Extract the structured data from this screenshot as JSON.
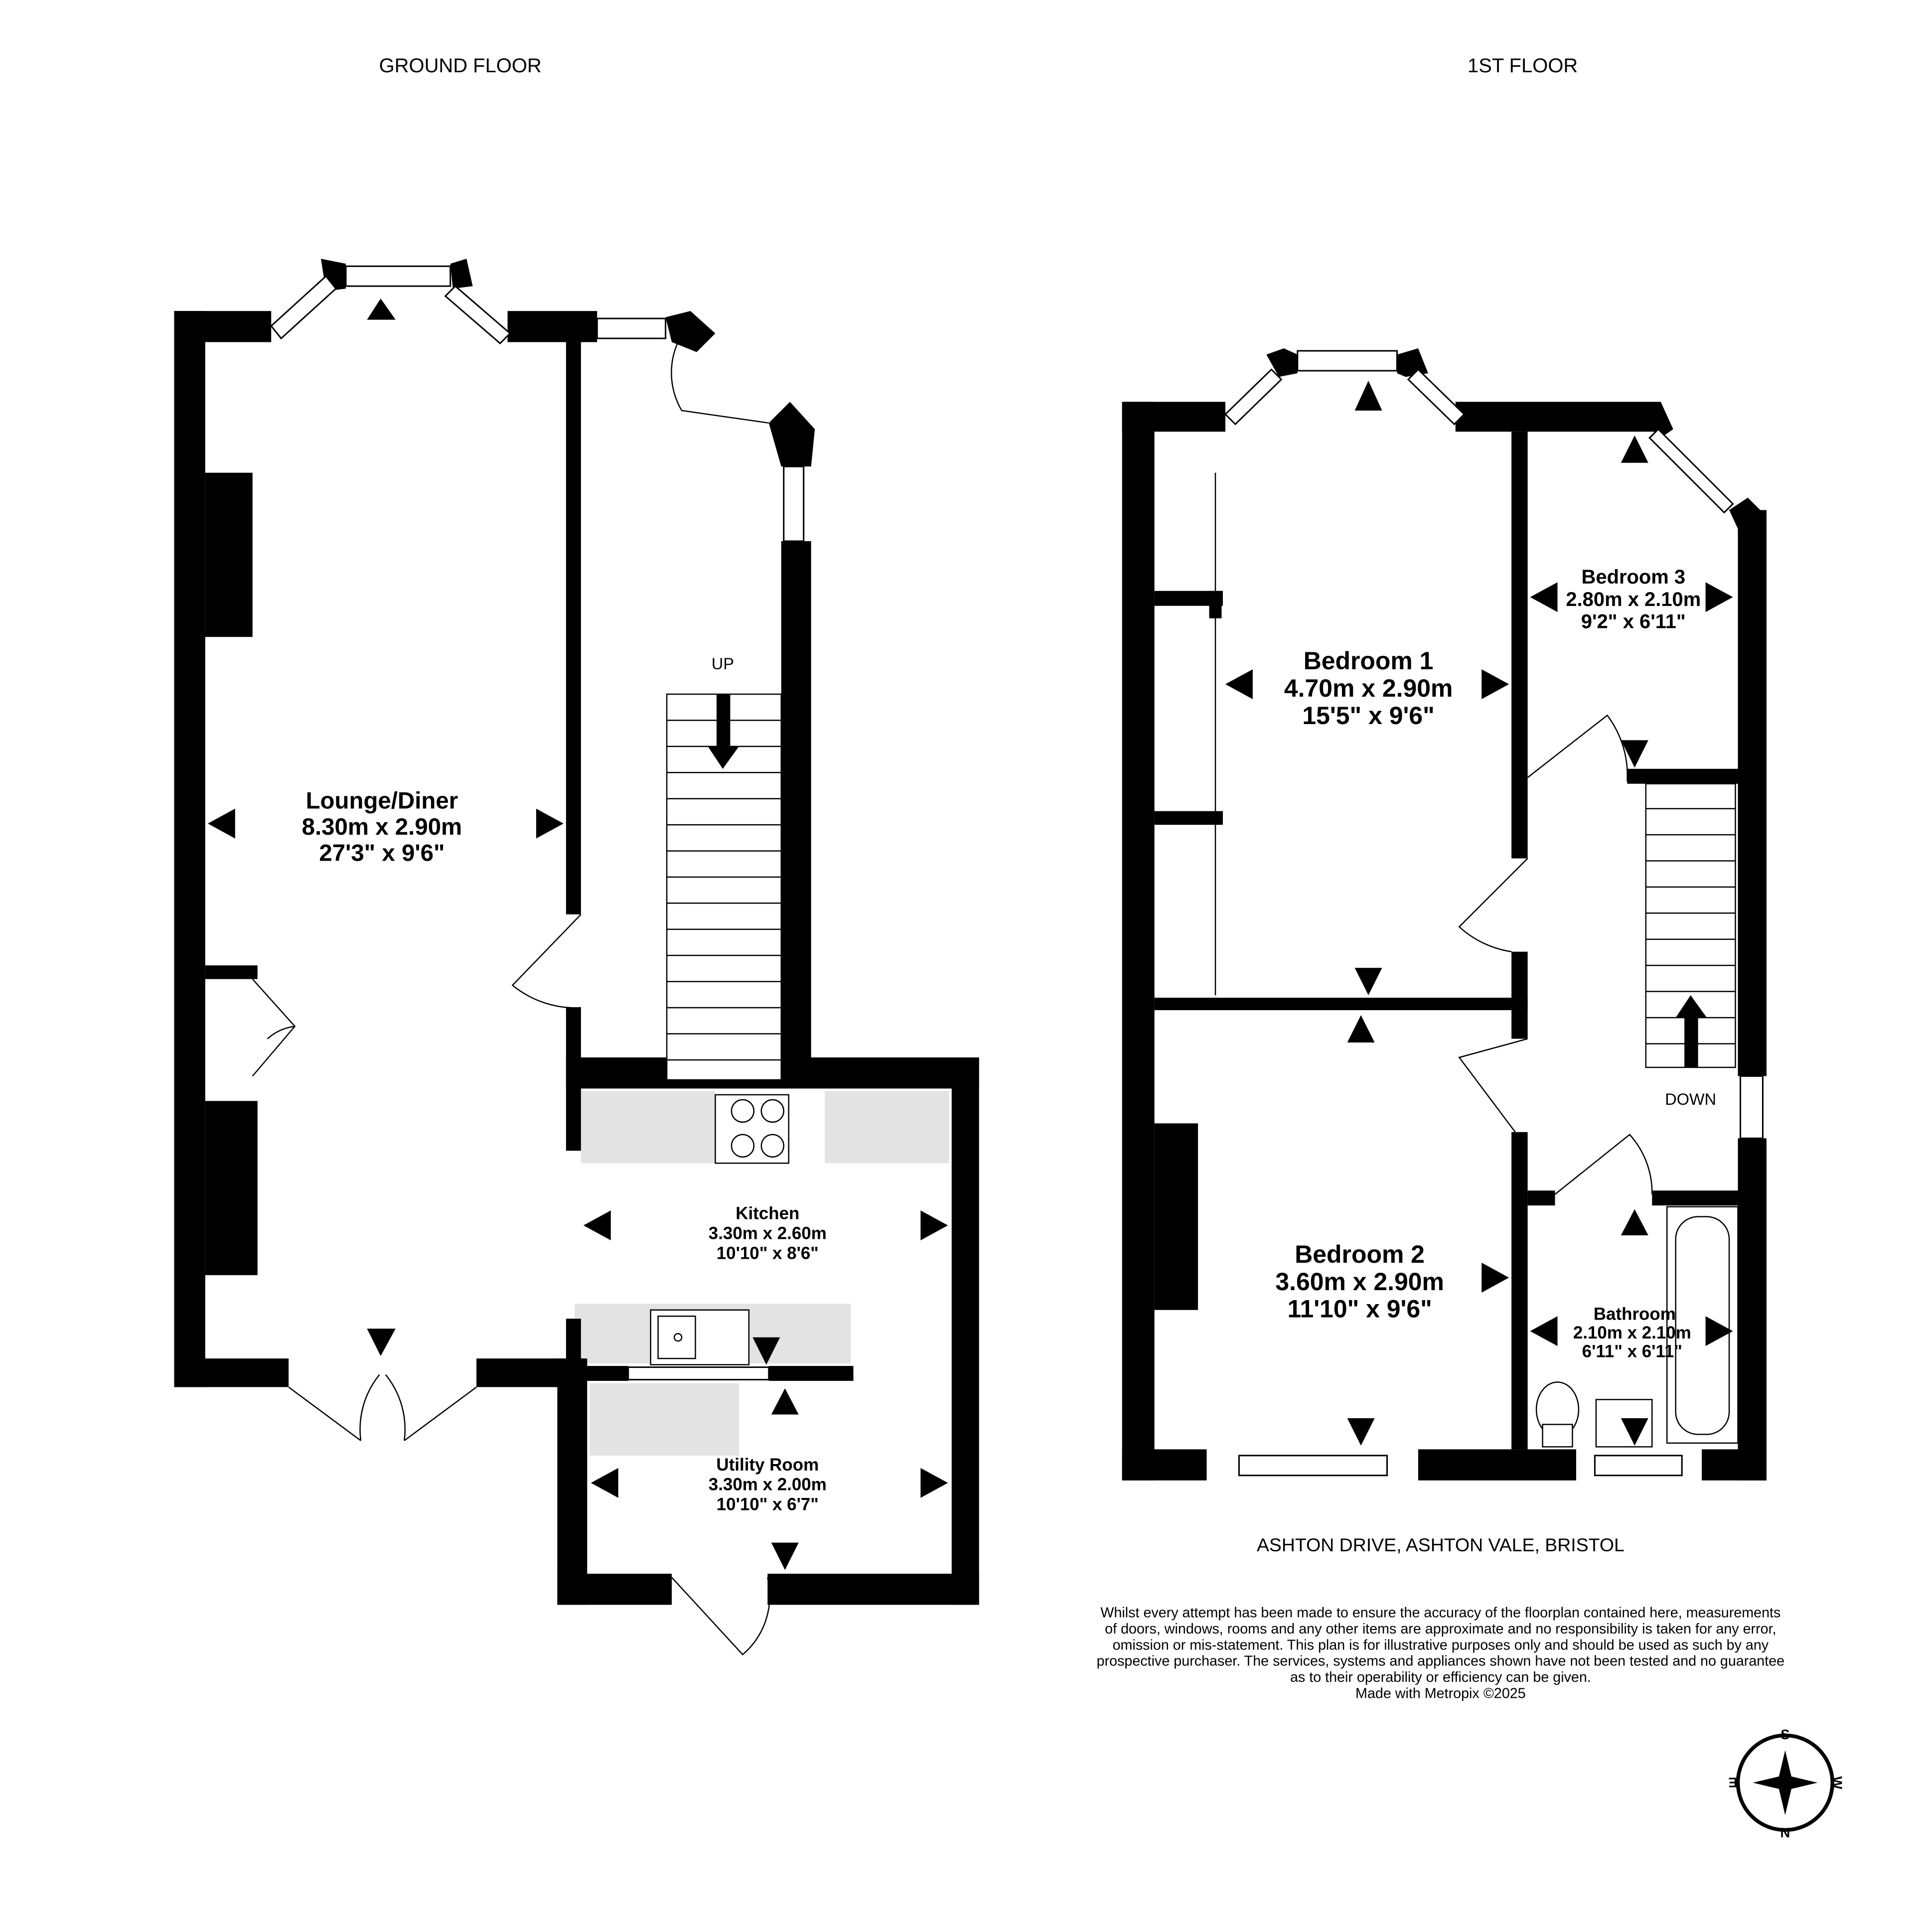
{
  "ground_floor": {
    "title": "GROUND FLOOR",
    "stairs_label": "UP",
    "rooms": [
      {
        "name": "Lounge/Diner",
        "metric": "8.30m  x 2.90m",
        "imperial": "27'3\"  x 9'6\""
      },
      {
        "name": "Kitchen",
        "metric": "3.30m  x 2.60m",
        "imperial": "10'10\"  x 8'6\""
      },
      {
        "name": "Utility Room",
        "metric": "3.30m  x 2.00m",
        "imperial": "10'10\"  x 6'7\""
      }
    ]
  },
  "first_floor": {
    "title": "1ST FLOOR",
    "stairs_label": "DOWN",
    "rooms": [
      {
        "name": "Bedroom 1",
        "metric": "4.70m  x 2.90m",
        "imperial": "15'5\"  x 9'6\""
      },
      {
        "name": "Bedroom 3",
        "metric": "2.80m  x 2.10m",
        "imperial": "9'2\"  x 6'11\""
      },
      {
        "name": "Bedroom 2",
        "metric": "3.60m  x 2.90m",
        "imperial": "11'10\"  x 9'6\""
      },
      {
        "name": "Bathroom",
        "metric": "2.10m  x 2.10m",
        "imperial": "6'11\"  x 6'11\""
      }
    ]
  },
  "address": "ASHTON DRIVE, ASHTON VALE, BRISTOL",
  "disclaimer": [
    "Whilst every attempt has been made to ensure the accuracy of the floorplan contained here, measurements",
    "of doors, windows, rooms and any other items are approximate and no responsibility is taken for any error,",
    "omission or mis-statement. This plan is for illustrative purposes only and should be used as such by any",
    "prospective purchaser. The services, systems and appliances shown have not been tested and no guarantee",
    "as to their operability or efficiency can be given.",
    "Made with Metropix ©2025"
  ],
  "compass": {
    "n": "N",
    "s": "S",
    "e": "E",
    "w": "W"
  }
}
